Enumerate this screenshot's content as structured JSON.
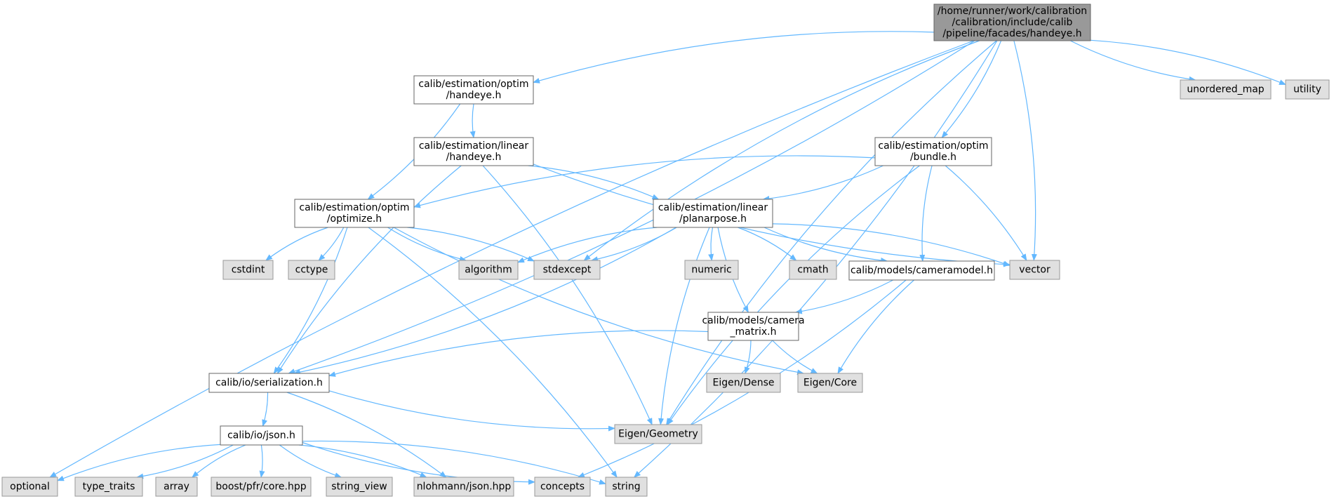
{
  "nodes": [
    {
      "id": "handeye_facade",
      "style": "root",
      "lines": [
        "/home/runner/work/calibration",
        "/calibration/include/calib",
        "/pipeline/facades/handeye.h"
      ]
    },
    {
      "id": "optim_handeye",
      "style": "local",
      "lines": [
        "calib/estimation/optim",
        "/handeye.h"
      ]
    },
    {
      "id": "linear_handeye",
      "style": "local",
      "lines": [
        "calib/estimation/linear",
        "/handeye.h"
      ]
    },
    {
      "id": "optim_bundle",
      "style": "local",
      "lines": [
        "calib/estimation/optim",
        "/bundle.h"
      ]
    },
    {
      "id": "optim_optimize",
      "style": "local",
      "lines": [
        "calib/estimation/optim",
        "/optimize.h"
      ]
    },
    {
      "id": "linear_planarpose",
      "style": "local",
      "lines": [
        "calib/estimation/linear",
        "/planarpose.h"
      ]
    },
    {
      "id": "cameramodel",
      "style": "local",
      "lines": [
        "calib/models/cameramodel.h"
      ]
    },
    {
      "id": "camera_matrix",
      "style": "local",
      "lines": [
        "calib/models/camera",
        "_matrix.h"
      ]
    },
    {
      "id": "serialization",
      "style": "local",
      "lines": [
        "calib/io/serialization.h"
      ]
    },
    {
      "id": "json_h",
      "style": "local",
      "lines": [
        "calib/io/json.h"
      ]
    },
    {
      "id": "unordered_map",
      "style": "system",
      "lines": [
        "unordered_map"
      ]
    },
    {
      "id": "utility",
      "style": "system",
      "lines": [
        "utility"
      ]
    },
    {
      "id": "cstdint",
      "style": "system",
      "lines": [
        "cstdint"
      ]
    },
    {
      "id": "cctype",
      "style": "system",
      "lines": [
        "cctype"
      ]
    },
    {
      "id": "algorithm",
      "style": "system",
      "lines": [
        "algorithm"
      ]
    },
    {
      "id": "stdexcept",
      "style": "system",
      "lines": [
        "stdexcept"
      ]
    },
    {
      "id": "numeric",
      "style": "system",
      "lines": [
        "numeric"
      ]
    },
    {
      "id": "cmath",
      "style": "system",
      "lines": [
        "cmath"
      ]
    },
    {
      "id": "vector",
      "style": "system",
      "lines": [
        "vector"
      ]
    },
    {
      "id": "eigen_dense",
      "style": "system",
      "lines": [
        "Eigen/Dense"
      ]
    },
    {
      "id": "eigen_core",
      "style": "system",
      "lines": [
        "Eigen/Core"
      ]
    },
    {
      "id": "eigen_geometry",
      "style": "system",
      "lines": [
        "Eigen/Geometry"
      ]
    },
    {
      "id": "optional",
      "style": "system",
      "lines": [
        "optional"
      ]
    },
    {
      "id": "type_traits",
      "style": "system",
      "lines": [
        "type_traits"
      ]
    },
    {
      "id": "array",
      "style": "system",
      "lines": [
        "array"
      ]
    },
    {
      "id": "boost_pfr",
      "style": "system",
      "lines": [
        "boost/pfr/core.hpp"
      ]
    },
    {
      "id": "string_view",
      "style": "system",
      "lines": [
        "string_view"
      ]
    },
    {
      "id": "nlohmann_json",
      "style": "system",
      "lines": [
        "nlohmann/json.hpp"
      ]
    },
    {
      "id": "concepts",
      "style": "system",
      "lines": [
        "concepts"
      ]
    },
    {
      "id": "string",
      "style": "system",
      "lines": [
        "string"
      ]
    }
  ],
  "edges": [
    {
      "from": "handeye_facade",
      "to": "optim_handeye"
    },
    {
      "from": "handeye_facade",
      "to": "optim_bundle"
    },
    {
      "from": "handeye_facade",
      "to": "stdexcept"
    },
    {
      "from": "handeye_facade",
      "to": "vector"
    },
    {
      "from": "handeye_facade",
      "to": "unordered_map"
    },
    {
      "from": "handeye_facade",
      "to": "utility"
    },
    {
      "from": "handeye_facade",
      "to": "optional"
    },
    {
      "from": "handeye_facade",
      "to": "serialization"
    },
    {
      "from": "handeye_facade",
      "to": "eigen_geometry"
    },
    {
      "from": "handeye_facade",
      "to": "string"
    },
    {
      "from": "optim_handeye",
      "to": "linear_handeye"
    },
    {
      "from": "optim_handeye",
      "to": "optim_optimize"
    },
    {
      "from": "linear_handeye",
      "to": "serialization"
    },
    {
      "from": "linear_handeye",
      "to": "linear_planarpose"
    },
    {
      "from": "linear_handeye",
      "to": "vector"
    },
    {
      "from": "linear_handeye",
      "to": "eigen_geometry"
    },
    {
      "from": "optim_bundle",
      "to": "optim_optimize"
    },
    {
      "from": "optim_bundle",
      "to": "linear_planarpose"
    },
    {
      "from": "optim_bundle",
      "to": "cameramodel"
    },
    {
      "from": "optim_bundle",
      "to": "vector"
    },
    {
      "from": "optim_bundle",
      "to": "eigen_geometry"
    },
    {
      "from": "optim_optimize",
      "to": "serialization"
    },
    {
      "from": "optim_optimize",
      "to": "cstdint"
    },
    {
      "from": "optim_optimize",
      "to": "cctype"
    },
    {
      "from": "optim_optimize",
      "to": "algorithm"
    },
    {
      "from": "optim_optimize",
      "to": "stdexcept"
    },
    {
      "from": "optim_optimize",
      "to": "eigen_core"
    },
    {
      "from": "optim_optimize",
      "to": "string"
    },
    {
      "from": "linear_planarpose",
      "to": "algorithm"
    },
    {
      "from": "linear_planarpose",
      "to": "stdexcept"
    },
    {
      "from": "linear_planarpose",
      "to": "numeric"
    },
    {
      "from": "linear_planarpose",
      "to": "cmath"
    },
    {
      "from": "linear_planarpose",
      "to": "cameramodel"
    },
    {
      "from": "linear_planarpose",
      "to": "vector"
    },
    {
      "from": "linear_planarpose",
      "to": "camera_matrix"
    },
    {
      "from": "linear_planarpose",
      "to": "serialization"
    },
    {
      "from": "linear_planarpose",
      "to": "eigen_geometry"
    },
    {
      "from": "cameramodel",
      "to": "camera_matrix"
    },
    {
      "from": "cameramodel",
      "to": "eigen_core"
    },
    {
      "from": "cameramodel",
      "to": "concepts"
    },
    {
      "from": "camera_matrix",
      "to": "serialization"
    },
    {
      "from": "camera_matrix",
      "to": "eigen_dense"
    },
    {
      "from": "camera_matrix",
      "to": "eigen_core"
    },
    {
      "from": "serialization",
      "to": "json_h"
    },
    {
      "from": "serialization",
      "to": "eigen_geometry"
    },
    {
      "from": "serialization",
      "to": "nlohmann_json"
    },
    {
      "from": "json_h",
      "to": "optional"
    },
    {
      "from": "json_h",
      "to": "type_traits"
    },
    {
      "from": "json_h",
      "to": "array"
    },
    {
      "from": "json_h",
      "to": "boost_pfr"
    },
    {
      "from": "json_h",
      "to": "string_view"
    },
    {
      "from": "json_h",
      "to": "nlohmann_json"
    },
    {
      "from": "json_h",
      "to": "concepts"
    },
    {
      "from": "json_h",
      "to": "string"
    }
  ],
  "colors": {
    "root_fill": "#999999",
    "root_stroke": "#666666",
    "local_fill": "#ffffff",
    "local_stroke": "#666666",
    "system_fill": "#e0e0e0",
    "system_stroke": "#999999",
    "edge": "#63b8ff",
    "text": "#000000"
  }
}
